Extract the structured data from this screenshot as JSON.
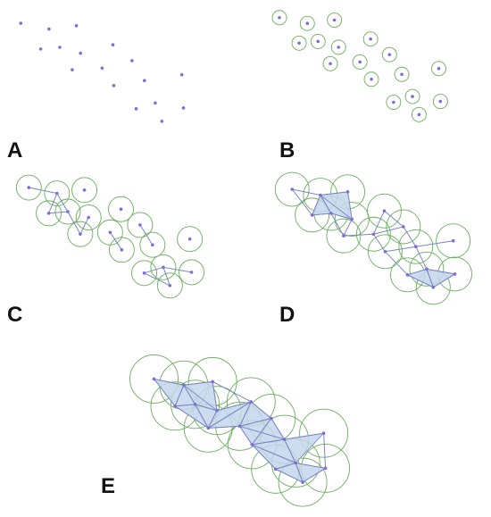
{
  "colors": {
    "point": "#7b6fd6",
    "ring": "#6cad5f",
    "edge": "#7a86c2",
    "simplex_fill": "#c6d6ec"
  },
  "panels": [
    {
      "id": "A",
      "label": "A"
    },
    {
      "id": "B",
      "label": "B"
    },
    {
      "id": "C",
      "label": "C"
    },
    {
      "id": "D",
      "label": "D"
    },
    {
      "id": "E",
      "label": "E"
    }
  ]
}
